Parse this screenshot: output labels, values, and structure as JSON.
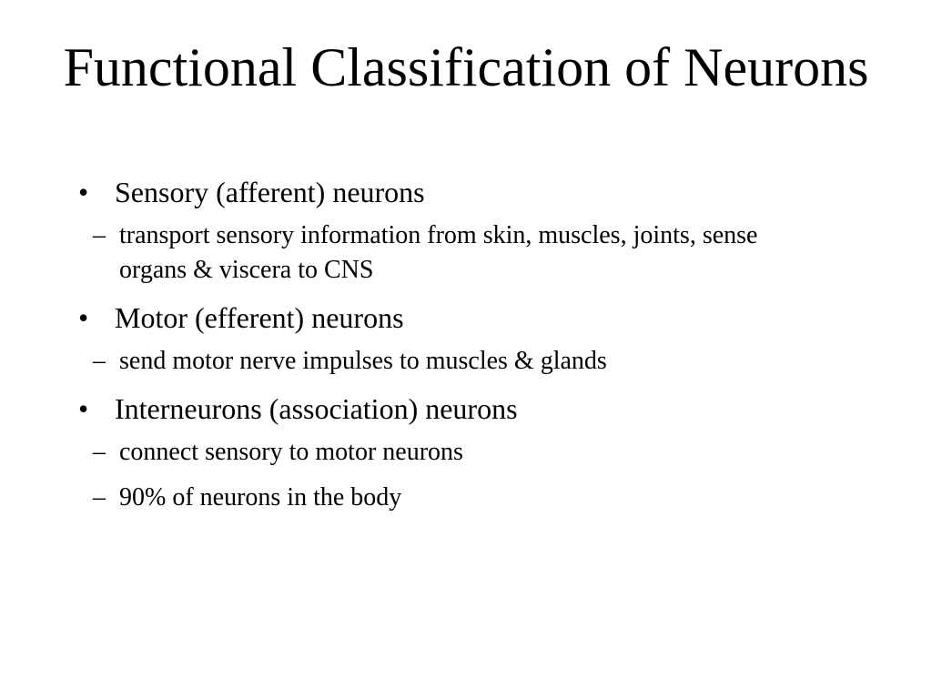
{
  "slide": {
    "title": "Functional Classification of Neurons",
    "bullet_char": "•",
    "dash_char": "–",
    "items": [
      {
        "text": "Sensory (afferent) neurons",
        "subitems": [
          "transport sensory information from skin, muscles, joints, sense organs & viscera to CNS"
        ]
      },
      {
        "text": "Motor (efferent) neurons",
        "subitems": [
          "send motor nerve impulses to muscles & glands"
        ]
      },
      {
        "text": "Interneurons (association) neurons",
        "subitems": [
          "connect sensory to motor neurons",
          "90% of neurons in the body"
        ]
      }
    ]
  }
}
